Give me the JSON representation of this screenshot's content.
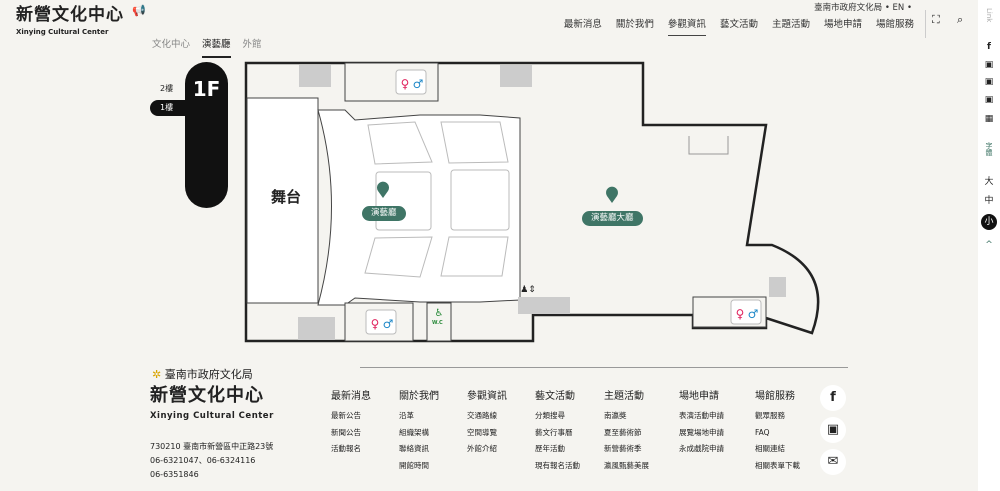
{
  "header": {
    "logo_cn": "新營文化中心",
    "logo_en": "Xinying Cultural Center",
    "util_links": [
      "臺南市政府文化局",
      "EN"
    ],
    "nav": [
      "最新消息",
      "關於我們",
      "參觀資訊",
      "藝文活動",
      "主題活動",
      "場地申請",
      "場館服務"
    ],
    "nav_active": 2
  },
  "rail": {
    "link_label": "Link",
    "font_label": "字體",
    "font_sizes": [
      "大",
      "中",
      "小"
    ]
  },
  "subtabs": [
    "文化中心",
    "演藝廳",
    "外館"
  ],
  "floors": {
    "current": "1F",
    "options": [
      "2樓",
      "1樓"
    ]
  },
  "map": {
    "stage": "舞台",
    "pins": [
      "演藝廳",
      "演藝廳大廳"
    ],
    "wc": "W.C",
    "colors": {
      "pin": "#3f7566",
      "female": "#e0245e",
      "male": "#1e88c8",
      "accessible": "#2a8a3a"
    }
  },
  "footer": {
    "gov": "臺南市政府文化局",
    "name_cn": "新營文化中心",
    "name_en": "Xinying Cultural Center",
    "address": "730210 臺南市新營區中正路23號",
    "phone1": "06-6321047、06-6324116",
    "phone2": "06-6351846",
    "columns": [
      {
        "title": "最新消息",
        "links": [
          "最新公告",
          "新聞公告",
          "活動報名"
        ]
      },
      {
        "title": "關於我們",
        "links": [
          "沿革",
          "組織架構",
          "聯絡資訊",
          "開館時間"
        ]
      },
      {
        "title": "參觀資訊",
        "links": [
          "交通路線",
          "空間導覽",
          "外館介紹"
        ]
      },
      {
        "title": "藝文活動",
        "links": [
          "分類搜尋",
          "藝文行事曆",
          "歷年活動",
          "現有報名活動"
        ]
      },
      {
        "title": "主題活動",
        "links": [
          "南瀛獎",
          "夏至藝術節",
          "新營藝術季",
          "瀛風甄藝美展"
        ]
      },
      {
        "title": "場地申請",
        "links": [
          "表演活動申請",
          "展覽場地申請",
          "永成戲院申請"
        ]
      },
      {
        "title": "場館服務",
        "links": [
          "觀眾服務",
          "FAQ",
          "相關連結",
          "相關表單下載"
        ]
      }
    ]
  }
}
